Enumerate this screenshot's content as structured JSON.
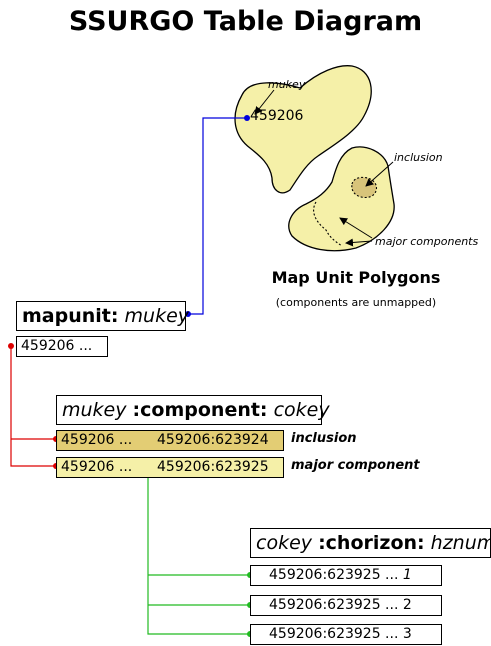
{
  "title": "SSURGO Table Diagram",
  "map": {
    "title": "Map Unit Polygons",
    "subtitle": "(components are unmapped)",
    "mukey_label": "mukey",
    "mukey_value": "459206",
    "inclusion_label": "inclusion",
    "major_label": "major components"
  },
  "mapunit": {
    "name": "mapunit:",
    "key": "mukey",
    "row": "459206 ..."
  },
  "component": {
    "fk": "mukey",
    "name": ":component:",
    "key": "cokey",
    "rows": [
      {
        "left": "459206 ...",
        "right": "459206:623924",
        "note": "inclusion"
      },
      {
        "left": "459206 ...",
        "right": "459206:623925",
        "note": "major component"
      }
    ]
  },
  "chorizon": {
    "fk": "cokey",
    "name": ":chorizon:",
    "key": "hznum",
    "rows": [
      {
        "prefix": "459206:623925 ...",
        "num": "1"
      },
      {
        "prefix": "459206:623925 ...",
        "num": "2"
      },
      {
        "prefix": "459206:623925 ...",
        "num": "3"
      }
    ]
  },
  "colors": {
    "polygon_fill": "#f5f0a8",
    "inclusion_fill": "#d8c47a",
    "component_row1": "#e3cd74",
    "component_row2": "#f5f0a8",
    "blue_link": "#0000dd",
    "red_link": "#dd0000",
    "green_link": "#22bb22"
  }
}
